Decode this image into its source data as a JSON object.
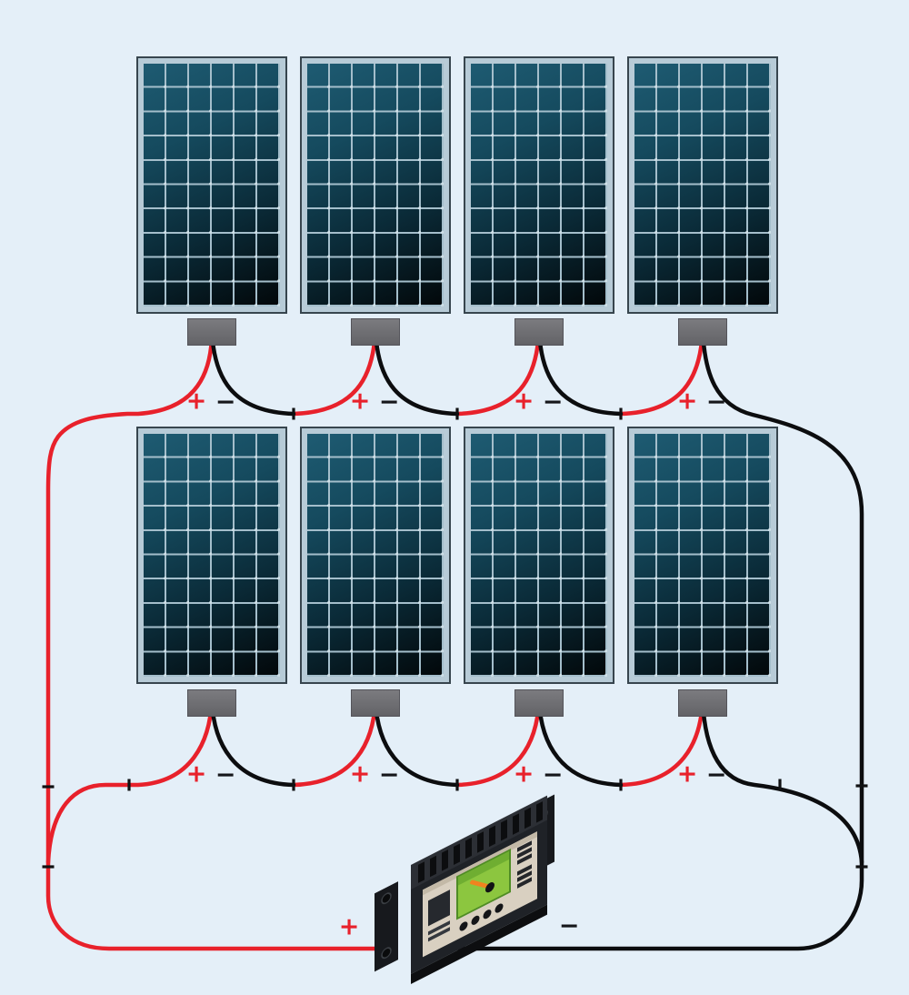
{
  "labels": {
    "positive": "+",
    "negative": "−"
  },
  "colors": {
    "background": "#e4eff8",
    "wire_positive": "#e8212b",
    "wire_negative": "#0c0d0f",
    "connector_tick": "#101113",
    "panel_frame": "#b7cbd7",
    "panel_border": "#37454e",
    "panel_cell_top": "#1e5b72",
    "panel_cell_bottom": "#020709",
    "junction_box": "#6f6f73",
    "controller_body": "#1f2227",
    "controller_faceplate": "#d9d0c1",
    "controller_screen": "#8cc63f",
    "controller_needle": "#f0831f"
  },
  "panels": {
    "rows": 2,
    "per_row": 4,
    "total": 8,
    "cell_columns": 6,
    "cell_rows": 10
  },
  "wiring": {
    "type": "series-string-per-row",
    "junction_boxes": 8,
    "terminal_pairs": 8,
    "connector_ticks": 12
  },
  "controller": {
    "device": "charge-controller",
    "buttons": 4,
    "vent_slots": 6,
    "screws": 3,
    "display": "analog-meter"
  }
}
